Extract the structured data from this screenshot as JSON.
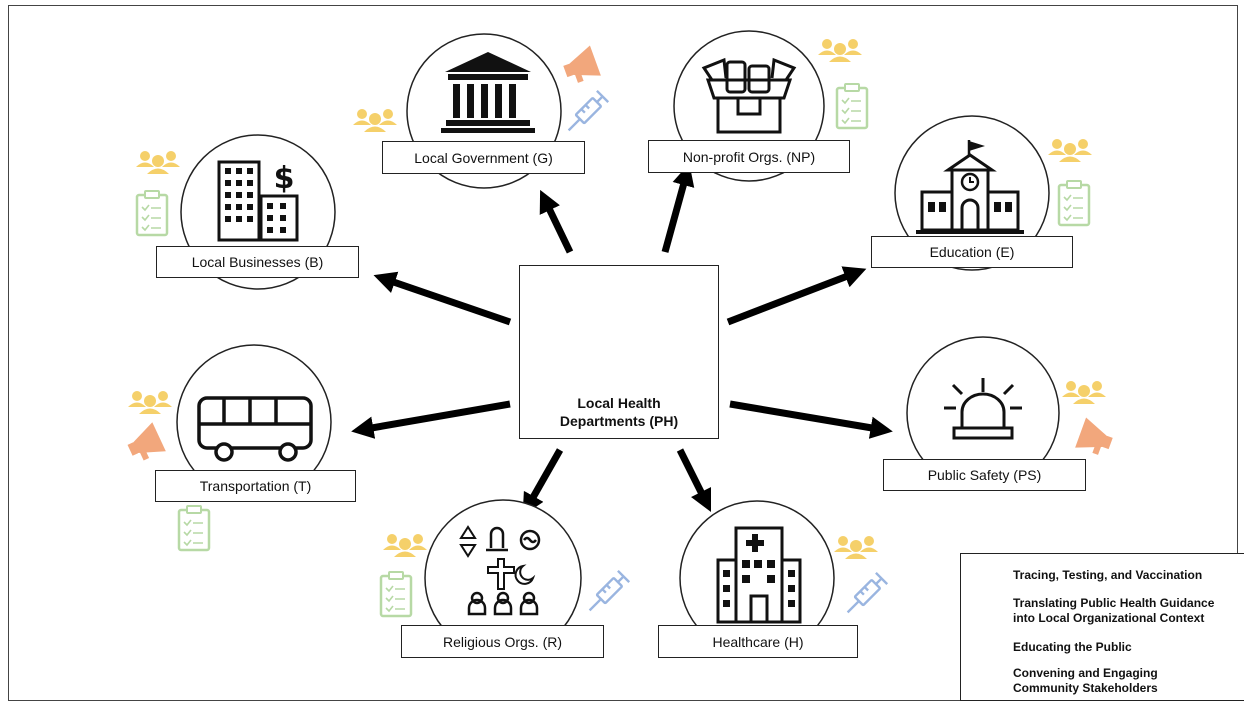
{
  "center": {
    "line1": "Local Health",
    "line2": "Departments (PH)"
  },
  "nodes": {
    "local_government": "Local Government (G)",
    "nonprofit": "Non-profit Orgs. (NP)",
    "local_businesses": "Local Businesses (B)",
    "education": "Education (E)",
    "transportation": "Transportation (T)",
    "public_safety": "Public Safety (PS)",
    "religious": "Religious Orgs. (R)",
    "healthcare": "Healthcare (H)"
  },
  "legend": {
    "tracing": "Tracing, Testing, and Vaccination",
    "translating": "Translating Public Health Guidance into Local Organizational Context",
    "educating": "Educating the Public",
    "convening": "Convening and Engaging Community Stakeholders"
  },
  "colors": {
    "people": "#f5d06a",
    "clipboard": "#b7d9a5",
    "megaphone": "#f2a77c",
    "syringe": "#9ab5e0",
    "arrow": "#000000"
  }
}
